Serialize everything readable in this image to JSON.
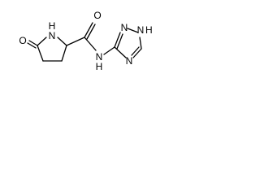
{
  "molecule": {
    "atoms": {
      "ring_oxygen": "O",
      "ring_nh": "N",
      "ring_h": "H",
      "amide_oxygen": "O",
      "amide_n": "N",
      "amide_h": "H",
      "triazole_n2": "N",
      "triazole_n1": "N",
      "triazole_h": "H",
      "triazole_n4": "N"
    }
  }
}
